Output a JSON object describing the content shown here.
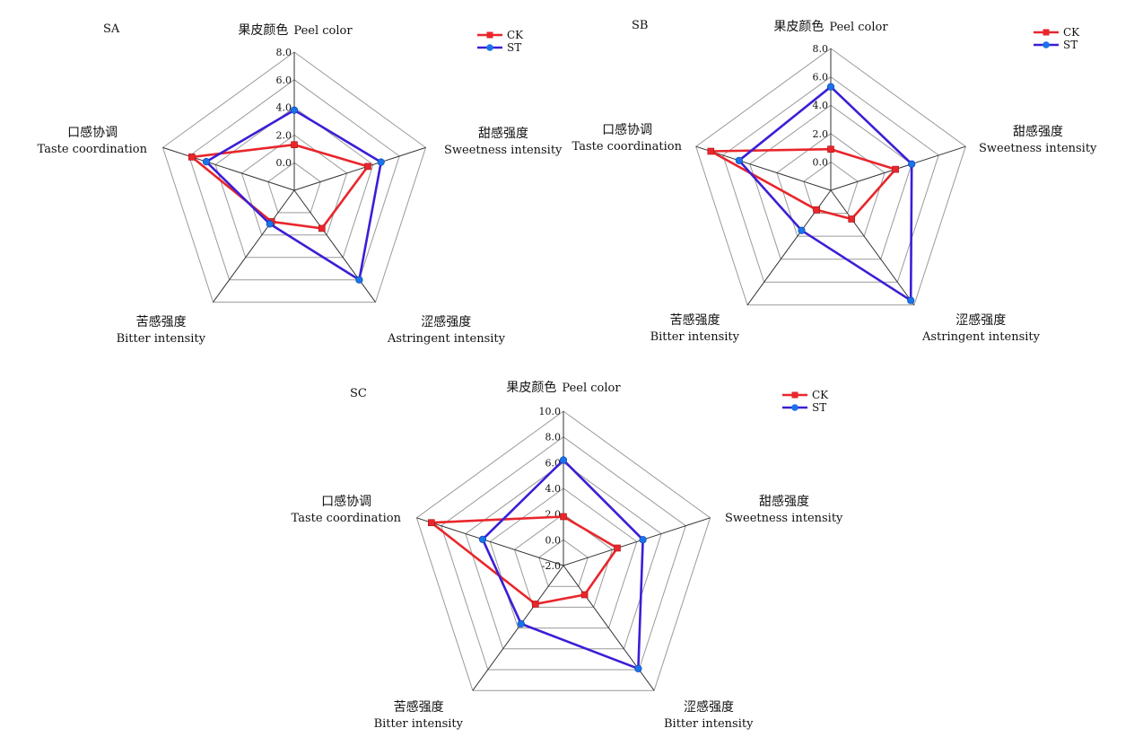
{
  "chart_data": [
    {
      "type": "radar",
      "panel": "SA",
      "axes": [
        {
          "cn": "果皮颜色",
          "en": "Peel color"
        },
        {
          "cn": "甜感强度",
          "en": "Sweetness intensity"
        },
        {
          "cn": "涩感强度",
          "en": "Astringent intensity"
        },
        {
          "cn": "苦感强度",
          "en": "Bitter intensity"
        },
        {
          "cn": "口感协调",
          "en": "Taste coordination"
        }
      ],
      "rmin": -2,
      "rmax": 8,
      "ticks": [
        "0.0",
        "2.0",
        "4.0",
        "6.0",
        "8.0"
      ],
      "tick_values": [
        0,
        2,
        4,
        6,
        8
      ],
      "series": [
        {
          "name": "CK",
          "color": "#e8262c",
          "marker": "square",
          "values": [
            1.3,
            3.6,
            1.4,
            0.8,
            5.8
          ]
        },
        {
          "name": "ST",
          "color": "#3a1fd6",
          "marker": "circle",
          "values": [
            3.8,
            4.6,
            6.0,
            1.0,
            4.7
          ]
        }
      ]
    },
    {
      "type": "radar",
      "panel": "SB",
      "axes": [
        {
          "cn": "果皮颜色",
          "en": "Peel color"
        },
        {
          "cn": "甜感强度",
          "en": "Sweetness intensity"
        },
        {
          "cn": "涩感强度",
          "en": "Astringent intensity"
        },
        {
          "cn": "苦感强度",
          "en": "Bitter intensity"
        },
        {
          "cn": "口感协调",
          "en": "Taste coordination"
        }
      ],
      "rmin": -2,
      "rmax": 8,
      "ticks": [
        "0.0",
        "2.0",
        "4.0",
        "6.0",
        "8.0"
      ],
      "tick_values": [
        0,
        2,
        4,
        6,
        8
      ],
      "series": [
        {
          "name": "CK",
          "color": "#e8262c",
          "marker": "square",
          "values": [
            0.9,
            2.8,
            0.5,
            -0.3,
            6.9
          ]
        },
        {
          "name": "ST",
          "color": "#3a1fd6",
          "marker": "circle",
          "values": [
            5.3,
            4.0,
            7.6,
            1.5,
            4.8
          ]
        }
      ]
    },
    {
      "type": "radar",
      "panel": "SC",
      "axes": [
        {
          "cn": "果皮颜色",
          "en": "Peel color"
        },
        {
          "cn": "甜感强度",
          "en": "Sweetness intensity"
        },
        {
          "cn": "涩感强度",
          "en": "Bitter intensity"
        },
        {
          "cn": "苦感强度",
          "en": "Bitter intensity"
        },
        {
          "cn": "口感协调",
          "en": "Taste coordination"
        }
      ],
      "rmin": -2,
      "rmax": 10,
      "ticks": [
        "-2.0",
        "0.0",
        "2.0",
        "4.0",
        "6.0",
        "8.0",
        "10.0"
      ],
      "tick_values": [
        -2,
        0,
        2,
        4,
        6,
        8,
        10
      ],
      "series": [
        {
          "name": "CK",
          "color": "#e8262c",
          "marker": "square",
          "values": [
            1.8,
            2.4,
            0.8,
            1.7,
            8.8
          ]
        },
        {
          "name": "ST",
          "color": "#3a1fd6",
          "marker": "circle",
          "values": [
            6.2,
            4.5,
            7.9,
            3.6,
            4.6
          ]
        }
      ]
    }
  ]
}
